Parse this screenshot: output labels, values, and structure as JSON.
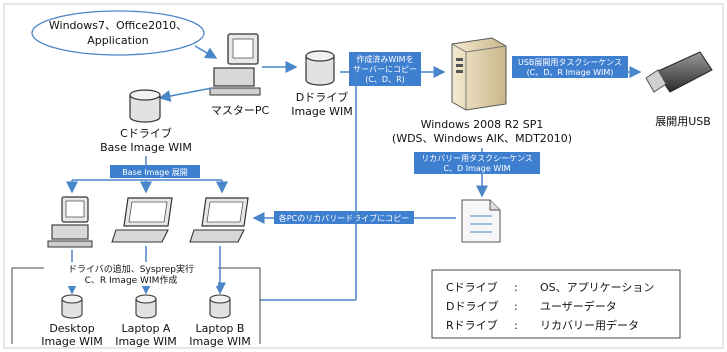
{
  "cloud": {
    "line1": "Windows7、Office2010、",
    "line2": "Application"
  },
  "nodes": {
    "master_pc": "マスターPC",
    "d_drive_line1": "Dドライブ",
    "d_drive_line2": "Image WIM",
    "c_drive_line1": "Cドライブ",
    "c_drive_line2": "Base Image WIM",
    "server_line1": "Windows 2008 R2 SP1",
    "server_line2": "(WDS、Windows AIK、MDT2010)",
    "usb": "展開用USB",
    "desktop_line1": "Desktop",
    "desktop_line2": "Image WIM",
    "laptop_a_line1": "Laptop A",
    "laptop_a_line2": "Image WIM",
    "laptop_b_line1": "Laptop B",
    "laptop_b_line2": "Image WIM"
  },
  "arrows": {
    "copy_wim_line1": "作成済みWIMを",
    "copy_wim_line2": "サーバーにコピー",
    "copy_wim_line3": "(C、D、R)",
    "usb_seq_line1": "USB展開用タスクシーケンス",
    "usb_seq_line2": "(C、D、R Image WIM)",
    "recovery_seq_line1": "リカバリー用タスクシーケンス",
    "recovery_seq_line2": "C、D Image WIM",
    "base_deploy": "Base Image 展開",
    "copy_recovery": "各PCのリカバリードライブにコピー"
  },
  "process_note": {
    "line1": "ドライバの追加、Sysprep実行",
    "line2": "C、R Image WIM作成"
  },
  "legend": {
    "rows": [
      {
        "drive": "Cドライブ",
        "colon": ":",
        "desc": "OS、アプリケーション"
      },
      {
        "drive": "Dドライブ",
        "colon": ":",
        "desc": "ユーザーデータ"
      },
      {
        "drive": "Rドライブ",
        "colon": ":",
        "desc": "リカバリー用データ"
      }
    ]
  },
  "colors": {
    "accent": "#4a86c8",
    "label_bg": "#3f7fd0",
    "frame": "#bdbdbd"
  }
}
